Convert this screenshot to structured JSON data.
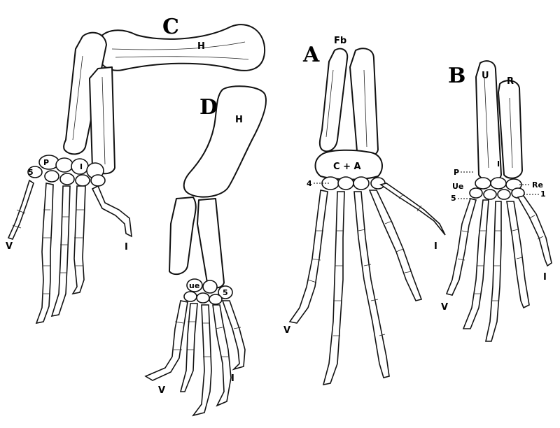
{
  "figure": {
    "panels": {
      "C": {
        "letter": "C",
        "labels": {
          "humerus": "H",
          "pisiform": "P",
          "digit_5": "5",
          "intermedium": "I",
          "digit_v": "V",
          "digit_i": "I"
        }
      },
      "D": {
        "letter": "D",
        "labels": {
          "humerus": "H",
          "ulnare": "ue",
          "digit_5": "5",
          "digit_v": "V",
          "digit_i": "I"
        }
      },
      "A": {
        "letter": "A",
        "labels": {
          "fibula": "Fb",
          "carpals": "C + A",
          "digit_4": "4",
          "digit_i": "I",
          "digit_v": "V"
        }
      },
      "B": {
        "letter": "B",
        "labels": {
          "ulna": "U",
          "radius": "R",
          "pisiform": "P",
          "intermedium": "I",
          "ulnare": "Ue",
          "radiale": "Re",
          "digit_5": "5",
          "digit_1": "1",
          "digit_i": "I",
          "digit_v": "V"
        }
      }
    },
    "ink_color": "#111111",
    "paper_color": "#ffffff"
  }
}
